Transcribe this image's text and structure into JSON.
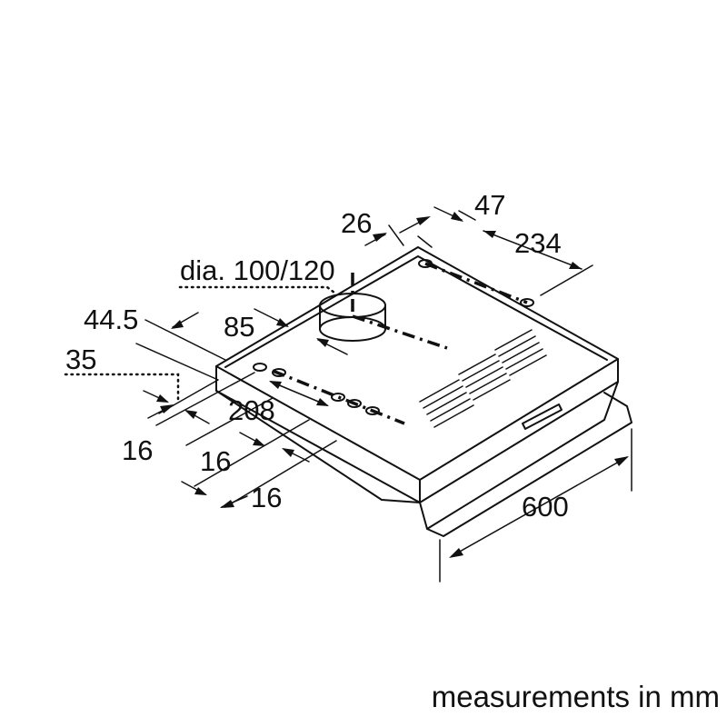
{
  "labels": {
    "d26": "26",
    "d47": "47",
    "d234": "234",
    "dia": "dia. 100/120",
    "d44_5": "44.5",
    "d85": "85",
    "d35": "35",
    "d208": "208",
    "d16_a": "16",
    "d16_b": "16",
    "d16_c": "16",
    "d600": "600"
  },
  "caption": "measurements in mm"
}
